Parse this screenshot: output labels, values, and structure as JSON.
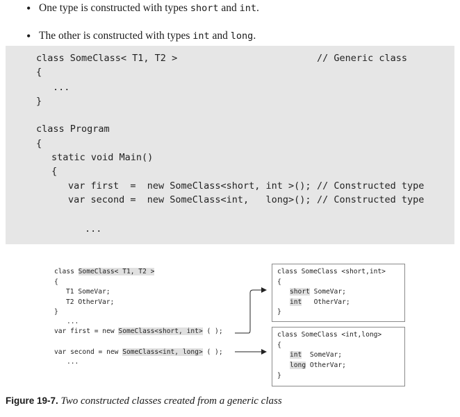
{
  "bullets": [
    {
      "prefix": "One type is constructed with types ",
      "t1": "short",
      "mid": " and ",
      "t2": "int",
      "suffix": "."
    },
    {
      "prefix": "The other is constructed with types ",
      "t1": "int",
      "mid": " and ",
      "t2": "long",
      "suffix": "."
    }
  ],
  "code_listing": {
    "lines": [
      "class SomeClass< T1, T2 >",
      "// Generic class",
      "{",
      "...",
      "}",
      "class Program",
      "{",
      "static void Main()",
      "{",
      "var first  =  new SomeClass<short, int >();",
      "// Constructed type",
      "var second =  new SomeClass<int,   long>();",
      "// Constructed type",
      "..."
    ]
  },
  "diagram": {
    "generic": {
      "decl_plain": "class ",
      "decl_hl": "SomeClass< T1, T2 >",
      "open": "{",
      "field1": "T1 SomeVar;",
      "field2": "T2 OtherVar;",
      "close": "}",
      "dots": "...",
      "first_pre": "var first = new ",
      "first_hl": "SomeClass<short, int>",
      "first_post": " ( );",
      "second_pre": "var second = new ",
      "second_hl": "SomeClass<int, long>",
      "second_post": " ( );",
      "dots2": "..."
    },
    "box1": {
      "title": "class SomeClass <short,int>",
      "open": "{",
      "t1": "short",
      "f1": " SomeVar;",
      "t2": "int",
      "f2": "   OtherVar;",
      "close": "}"
    },
    "box2": {
      "title": "class SomeClass <int,long>",
      "open": "{",
      "t1": "int",
      "f1": "  SomeVar;",
      "t2": "long",
      "f2": " OtherVar;",
      "close": "}"
    }
  },
  "caption": {
    "figure": "Figure 19-7.",
    "text": " Two constructed classes created from a generic class"
  }
}
